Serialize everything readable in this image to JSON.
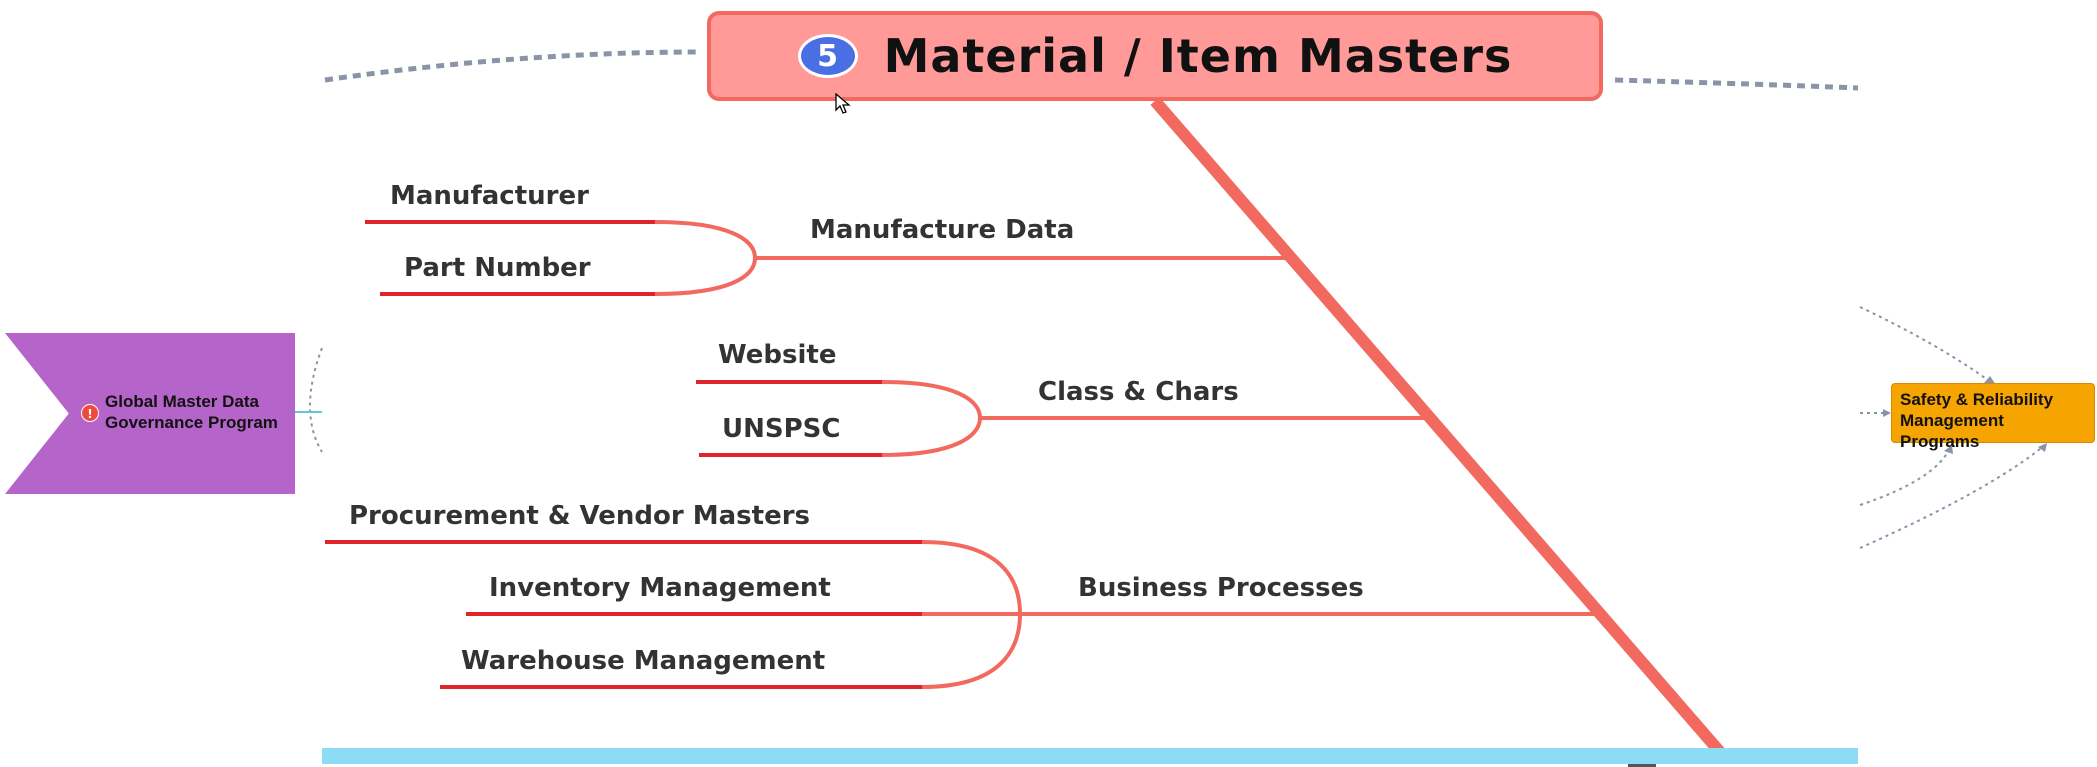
{
  "title": {
    "number": "5",
    "text": "Material / Item Masters"
  },
  "left_node": {
    "badge": "!",
    "line1": "Global Master Data",
    "line2": "Governance Program"
  },
  "right_node": {
    "line1": "Safety & Reliability",
    "line2": "Management Programs"
  },
  "branches": [
    {
      "label": "Manufacture Data",
      "items": [
        "Manufacturer",
        "Part Number"
      ]
    },
    {
      "label": "Class & Chars",
      "items": [
        "Website",
        "UNSPSC"
      ]
    },
    {
      "label": "Business Processes",
      "items": [
        "Procurement & Vendor Masters",
        "Inventory Management",
        "Warehouse Management"
      ]
    }
  ],
  "colors": {
    "spine": "#f26a5f",
    "branch": "#f26a5f",
    "leaf_underline": "#e0252a",
    "title_fill": "#ff9a98",
    "left_node_fill": "#b565c9",
    "right_node_fill": "#f5a400",
    "bottom_band": "#8ddcf5",
    "connector": "#8a93a8"
  }
}
